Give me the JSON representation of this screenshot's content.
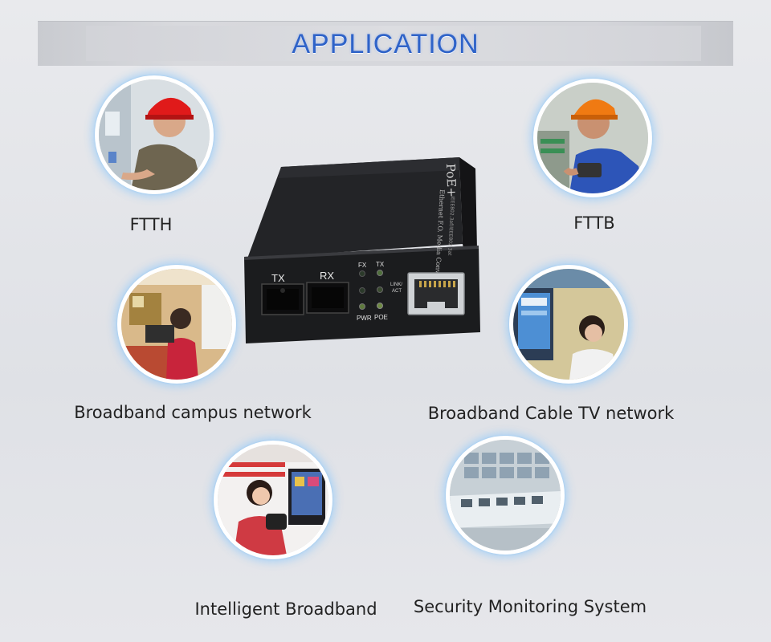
{
  "banner": {
    "title": "APPLICATION"
  },
  "applications": [
    {
      "label": "FTTH"
    },
    {
      "label": "FTTB"
    },
    {
      "label": "Broadband campus network"
    },
    {
      "label": "Broadband Cable TV network"
    },
    {
      "label": "Intelligent Broadband"
    },
    {
      "label": "Security Monitoring System"
    }
  ],
  "device": {
    "brand_text": "PoE+",
    "model_text": "Ethernet F.O. Media Converter",
    "standard_text": "IEEE802.3af/IEEE802.3at",
    "port_tx": "TX",
    "port_rx": "RX",
    "led_fx": "FX",
    "led_tx": "TX",
    "led_link": "LINK/",
    "led_act": "ACT",
    "led_pwr": "PWR",
    "led_poe": "POE",
    "body_color": "#1b1c1e"
  }
}
